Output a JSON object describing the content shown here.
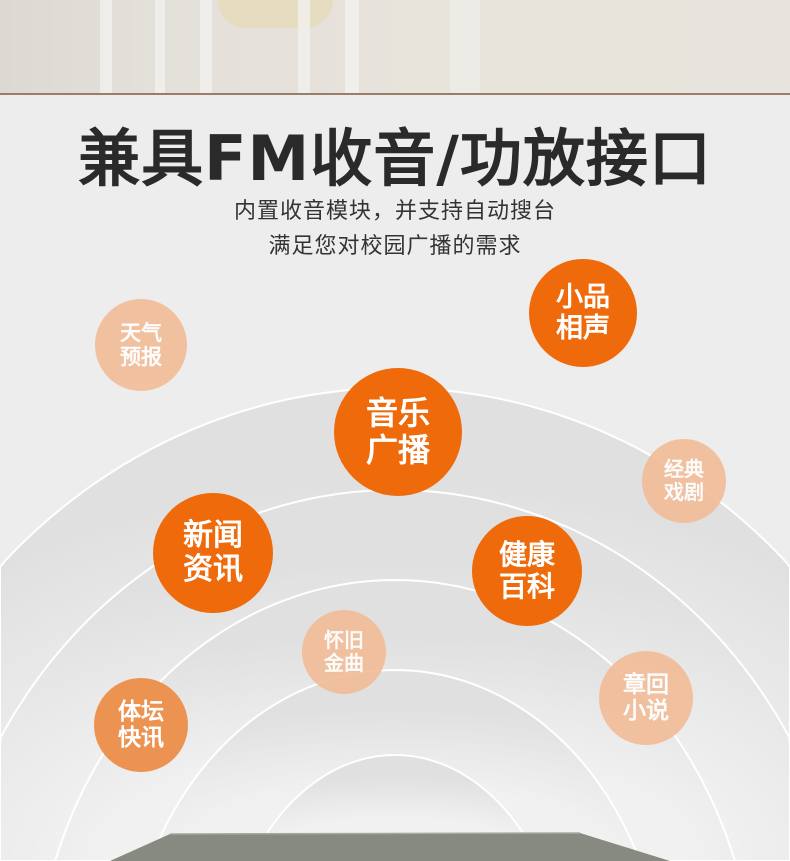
{
  "title": "兼具FM收音/功放接口",
  "subtitle_lines": [
    "内置收音模块，并支持自动搜台",
    "满足您对校园广播的需求"
  ],
  "colors": {
    "accent": "#ee6a0b",
    "accent_mid": "#ec9352",
    "accent_light": "#f2bc97"
  },
  "bubbles": [
    {
      "label": "天气\n预报",
      "style": "light"
    },
    {
      "label": "小品\n相声",
      "style": "dark"
    },
    {
      "label": "音乐\n广播",
      "style": "dark"
    },
    {
      "label": "经典\n戏剧",
      "style": "light"
    },
    {
      "label": "新闻\n资讯",
      "style": "dark"
    },
    {
      "label": "健康\n百科",
      "style": "dark"
    },
    {
      "label": "怀旧\n金曲",
      "style": "light"
    },
    {
      "label": "体坛\n快讯",
      "style": "mid"
    },
    {
      "label": "章回\n小说",
      "style": "light"
    }
  ]
}
